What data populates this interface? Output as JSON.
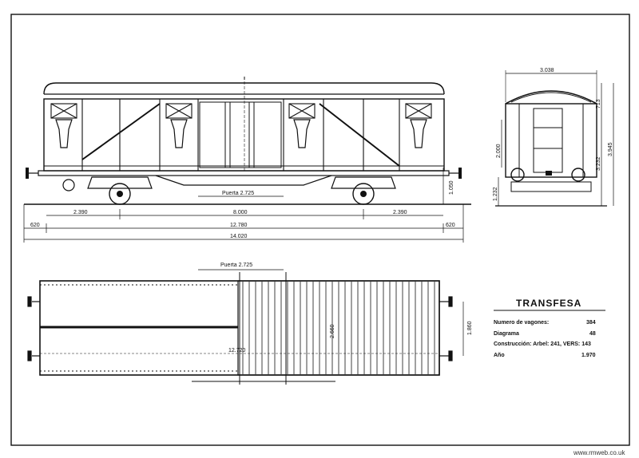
{
  "side_view": {
    "door_label": "Puerta 2.725",
    "height_label": "1.050",
    "dims_row1": {
      "left": "2.390",
      "center": "8.000",
      "right": "2.390"
    },
    "dims_row2": {
      "left": "620",
      "center": "12.780",
      "right": "620"
    },
    "dims_row3": {
      "total": "14.020"
    }
  },
  "end_view": {
    "width_label": "3.038",
    "left_dim": "1.232",
    "door_height": "2.000",
    "roof_dim": "713",
    "body_dim": "3.232",
    "total_dim": "3.945"
  },
  "plan_view": {
    "door_label": "Puerta 2.725",
    "length_label": "12.720",
    "width_label": "2.660",
    "right_dim": "1.860"
  },
  "spec_table": {
    "title": "TRANSFESA",
    "rows": [
      {
        "label": "Numero de vagones:",
        "value": "384"
      },
      {
        "label": "Diagrama",
        "value": "48"
      },
      {
        "label": "Construcción: Arbel: 241, VERS: 143",
        "value": ""
      },
      {
        "label": "Año",
        "value": "1.970"
      }
    ]
  },
  "credit": "www.rmweb.co.uk"
}
